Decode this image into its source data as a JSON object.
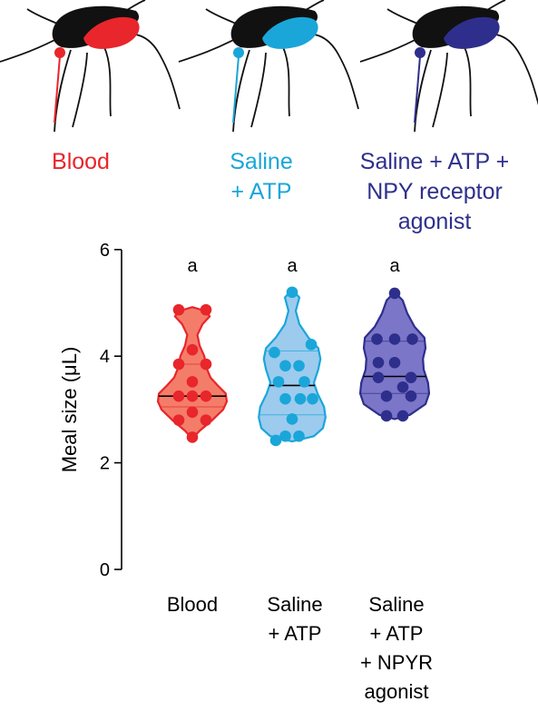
{
  "header_labels": [
    {
      "lines": [
        "Blood"
      ],
      "color": "#e8262b"
    },
    {
      "lines": [
        "Saline",
        "+ ATP"
      ],
      "color": "#1aa6d9"
    },
    {
      "lines": [
        "Saline + ATP +",
        "NPY receptor",
        "agonist"
      ],
      "color": "#2e2f8c"
    }
  ],
  "chart_data": {
    "type": "violin",
    "ylabel": "Meal size (μL)",
    "ylim": [
      0,
      6
    ],
    "yticks": [
      "0",
      "2",
      "4",
      "6"
    ],
    "categories": [
      {
        "lines": [
          "Blood"
        ]
      },
      {
        "lines": [
          "Saline",
          "+ ATP"
        ]
      },
      {
        "lines": [
          "Saline",
          "+ ATP",
          "+ NPYR",
          "agonist"
        ]
      }
    ],
    "significance": [
      "a",
      "a",
      "a"
    ],
    "series": [
      {
        "fill": "#f47d6a",
        "stroke": "#e8262b",
        "dot": "#e8262b",
        "median": 3.25,
        "quartiles": [
          3.05,
          3.85
        ],
        "shape": [
          [
            2.45,
            0.0
          ],
          [
            2.6,
            0.2
          ],
          [
            2.8,
            0.55
          ],
          [
            3.0,
            0.85
          ],
          [
            3.15,
            0.95
          ],
          [
            3.3,
            0.92
          ],
          [
            3.45,
            0.7
          ],
          [
            3.6,
            0.5
          ],
          [
            3.8,
            0.38
          ],
          [
            4.0,
            0.33
          ],
          [
            4.2,
            0.2
          ],
          [
            4.4,
            0.14
          ],
          [
            4.6,
            0.28
          ],
          [
            4.75,
            0.48
          ],
          [
            4.85,
            0.35
          ],
          [
            4.92,
            0.0
          ]
        ],
        "points": [
          [
            4.87,
            -0.5
          ],
          [
            4.87,
            0.5
          ],
          [
            4.12,
            0.0
          ],
          [
            3.85,
            -0.5
          ],
          [
            3.85,
            0.5
          ],
          [
            3.52,
            0.0
          ],
          [
            3.25,
            -0.5
          ],
          [
            3.25,
            0.5
          ],
          [
            3.25,
            0.0
          ],
          [
            2.95,
            0.0
          ],
          [
            2.8,
            -0.5
          ],
          [
            2.8,
            0.5
          ],
          [
            2.48,
            0.0
          ]
        ]
      },
      {
        "fill": "#9ccbee",
        "stroke": "#1aa6d9",
        "dot": "#1aa6d9",
        "median": 3.45,
        "quartiles": [
          2.9,
          4.1
        ],
        "shape": [
          [
            2.4,
            0.0
          ],
          [
            2.5,
            0.6
          ],
          [
            2.65,
            0.85
          ],
          [
            2.85,
            0.92
          ],
          [
            3.05,
            0.88
          ],
          [
            3.3,
            0.7
          ],
          [
            3.5,
            0.6
          ],
          [
            3.75,
            0.72
          ],
          [
            3.95,
            0.78
          ],
          [
            4.15,
            0.72
          ],
          [
            4.35,
            0.45
          ],
          [
            4.6,
            0.2
          ],
          [
            4.85,
            0.1
          ],
          [
            5.1,
            0.2
          ],
          [
            5.25,
            0.0
          ]
        ],
        "points": [
          [
            5.2,
            0.0
          ],
          [
            4.22,
            0.7
          ],
          [
            4.07,
            -0.65
          ],
          [
            3.82,
            -0.25
          ],
          [
            3.82,
            0.25
          ],
          [
            3.52,
            -0.5
          ],
          [
            3.52,
            0.45
          ],
          [
            3.2,
            -0.25
          ],
          [
            3.2,
            0.75
          ],
          [
            3.2,
            0.3
          ],
          [
            2.82,
            0.0
          ],
          [
            2.5,
            -0.25
          ],
          [
            2.5,
            0.25
          ],
          [
            2.42,
            -0.6
          ]
        ]
      },
      {
        "fill": "#7b76c8",
        "stroke": "#2e2f8c",
        "dot": "#2e2f8c",
        "median": 3.62,
        "quartiles": [
          3.3,
          4.28
        ],
        "shape": [
          [
            2.82,
            0.0
          ],
          [
            2.9,
            0.42
          ],
          [
            3.1,
            0.85
          ],
          [
            3.3,
            0.95
          ],
          [
            3.5,
            0.92
          ],
          [
            3.75,
            0.8
          ],
          [
            3.95,
            0.78
          ],
          [
            4.15,
            0.85
          ],
          [
            4.35,
            0.82
          ],
          [
            4.55,
            0.55
          ],
          [
            4.8,
            0.35
          ],
          [
            5.05,
            0.22
          ],
          [
            5.2,
            0.0
          ]
        ],
        "points": [
          [
            5.18,
            0.0
          ],
          [
            4.32,
            -0.65
          ],
          [
            4.32,
            0.0
          ],
          [
            4.32,
            0.65
          ],
          [
            3.88,
            -0.6
          ],
          [
            3.88,
            0.0
          ],
          [
            3.6,
            -0.6
          ],
          [
            3.6,
            0.6
          ],
          [
            3.42,
            0.3
          ],
          [
            3.25,
            -0.3
          ],
          [
            3.25,
            0.6
          ],
          [
            2.88,
            -0.3
          ],
          [
            2.88,
            0.3
          ]
        ]
      }
    ]
  }
}
